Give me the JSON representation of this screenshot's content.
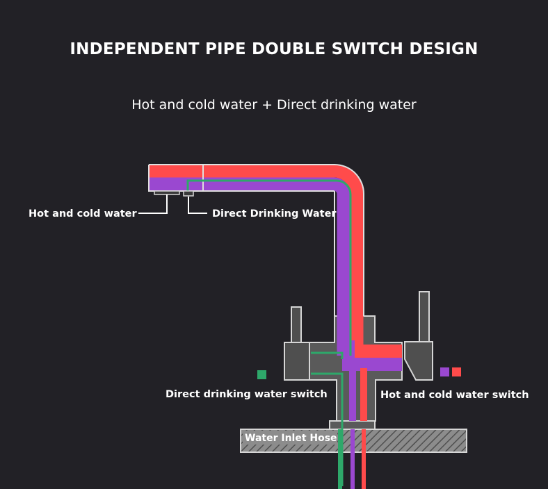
{
  "title": "INDEPENDENT PIPE DOUBLE SWITCH DESIGN",
  "subtitle": "Hot and cold water + Direct drinking water",
  "labels": {
    "hot_cold_outlet": "Hot and cold water",
    "direct_drinking_outlet": "Direct Drinking Water",
    "direct_drinking_switch": "Direct drinking water switch",
    "hot_cold_switch": "Hot and cold water switch",
    "inlet_hose": "Water Inlet Hose"
  },
  "colors": {
    "background": "#222126",
    "hot_water": "#ff4b4b",
    "cold_water": "#9a48d0",
    "drinking_water": "#2ea86a",
    "faucet_body": "#5a5a5a",
    "outline": "#d6d6d6"
  }
}
